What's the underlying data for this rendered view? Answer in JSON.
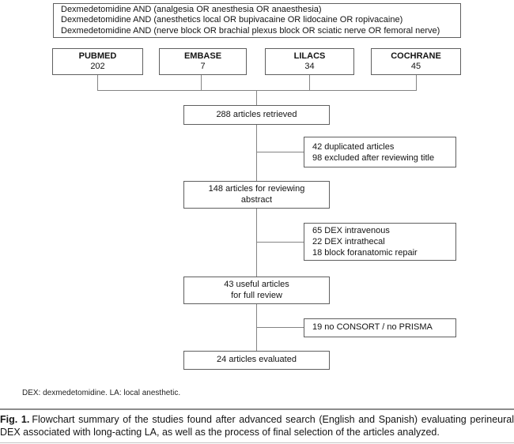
{
  "figure": {
    "search_strategy": {
      "lines": [
        "Dexmedetomidine AND (analgesia OR anesthesia OR anaesthesia)",
        "Dexmedetomidine AND (anesthetics local OR bupivacaine OR lidocaine OR ropivacaine)",
        "Dexmedetomidine AND (nerve block OR brachial plexus block OR sciatic nerve OR femoral nerve)"
      ]
    },
    "databases": [
      {
        "name": "PUBMED",
        "count": "202"
      },
      {
        "name": "EMBASE",
        "count": "7"
      },
      {
        "name": "LILACS",
        "count": "34"
      },
      {
        "name": "COCHRANE",
        "count": "45"
      }
    ],
    "stages": {
      "retrieved": "288 articles retrieved",
      "abstract_line1": "148 articles for reviewing",
      "abstract_line2": "abstract",
      "full_review_line1": "43 useful articles",
      "full_review_line2": "for full review",
      "evaluated": "24 articles evaluated"
    },
    "exclusions": [
      {
        "lines": [
          "42 duplicated articles",
          "98 excluded after reviewing title"
        ]
      },
      {
        "lines": [
          "65 DEX intravenous",
          "22 DEX intrathecal",
          "18 block foranatomic repair"
        ]
      },
      {
        "lines": [
          "19 no CONSORT / no PRISMA"
        ]
      }
    ],
    "footnote": "DEX: dexmedetomidine. LA: local anesthetic.",
    "caption": {
      "label": "Fig. 1.",
      "text": "Flowchart summary of the studies found after advanced search (English and Spanish) evaluating perineural DEX associated with long-acting LA, as well as the process of final selection of the articles analyzed."
    }
  },
  "colors": {
    "box_border": "#5f5f5f",
    "connector": "#848484",
    "text": "#141414",
    "divider": "#8c8c8c"
  }
}
